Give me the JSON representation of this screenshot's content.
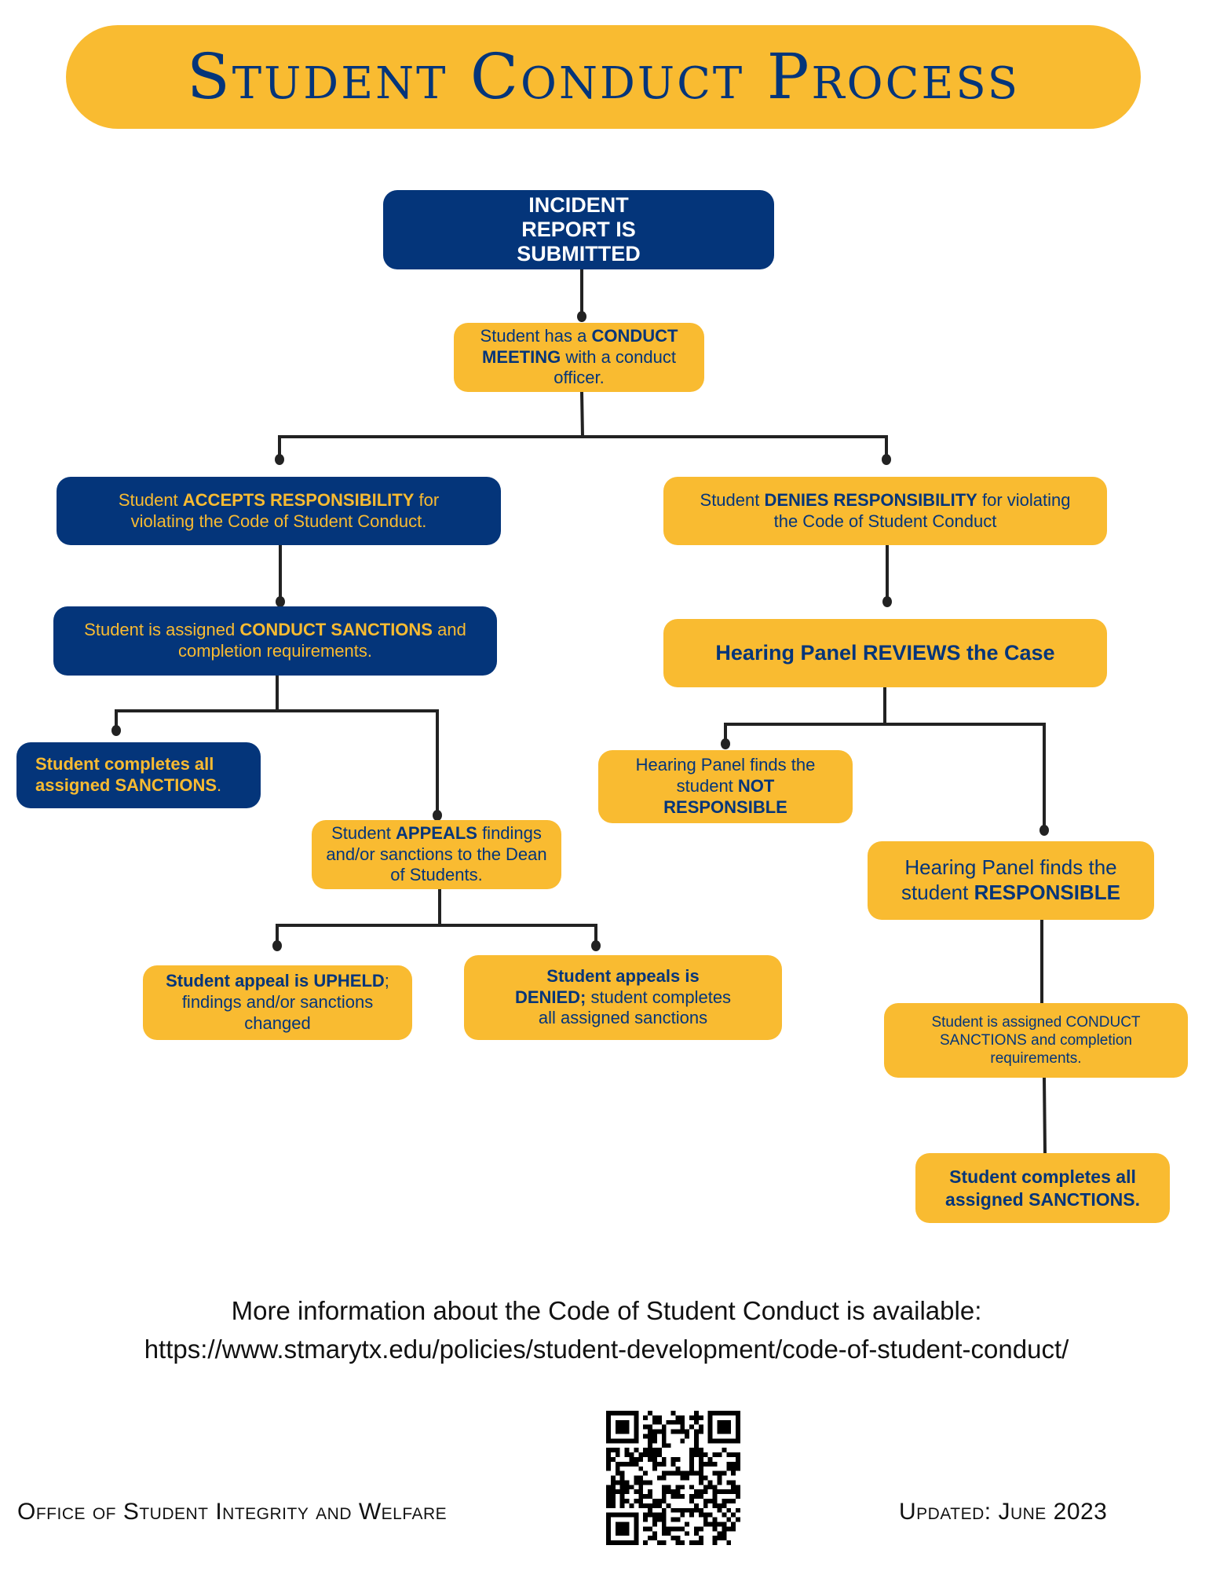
{
  "title": "Student Conduct Process",
  "colors": {
    "navy": "#04357A",
    "gold": "#F9BB31",
    "connector": "#222222"
  },
  "nodes": {
    "incident": {
      "line1": "INCIDENT",
      "line2": "REPORT IS",
      "line3": "SUBMITTED"
    },
    "meeting": {
      "pre": "Student has a ",
      "bold1": "CONDUCT",
      "bold2": "MEETING",
      "post": " with a conduct officer."
    },
    "accepts": {
      "pre": "Student ",
      "bold": "ACCEPTS RESPONSIBILITY",
      "post": " for violating the Code of Student Conduct."
    },
    "sanctions_left": {
      "pre": "Student is assigned ",
      "bold": "CONDUCT SANCTIONS",
      "post": " and completion requirements."
    },
    "completes_left": {
      "bold": "Student completes all assigned SANCTIONS",
      "post": "."
    },
    "appeals": {
      "pre": "Student ",
      "bold": "APPEALS",
      "post": " findings and/or sanctions to the Dean of Students."
    },
    "upheld": {
      "bold": "Student appeal is UPHELD",
      "post": "; findings and/or sanctions changed"
    },
    "denied": {
      "bold": "Student appeals is DENIED;",
      "post": " student completes all assigned sanctions"
    },
    "denies": {
      "pre": "Student ",
      "bold": "DENIES RESPONSIBILITY",
      "post": " for violating the Code of Student Conduct"
    },
    "reviews": {
      "bold": "Hearing Panel REVIEWS the Case"
    },
    "not_responsible": {
      "pre": "Hearing Panel finds the student ",
      "bold": "NOT RESPONSIBLE"
    },
    "responsible": {
      "pre": "Hearing Panel finds the student ",
      "bold": "RESPONSIBLE"
    },
    "sanctions_right": {
      "text": "Student is assigned CONDUCT SANCTIONS and completion requirements."
    },
    "completes_right": {
      "bold": "Student completes all assigned SANCTIONS."
    }
  },
  "footer": {
    "info": "More information about the Code of Student Conduct is available:",
    "url": "https://www.stmarytx.edu/policies/student-development/code-of-student-conduct/",
    "office": "Office of Student Integrity and Welfare",
    "updated": "Updated: June 2023",
    "qr_label": "QR code"
  }
}
